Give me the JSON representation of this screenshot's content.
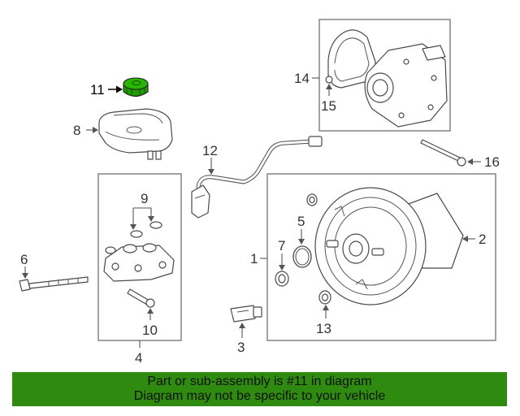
{
  "colors": {
    "banner_bg": "#2e8b0f",
    "highlight_part": "#29b600",
    "line": "#4a4a4a",
    "box_border": "#7a7a7a"
  },
  "callouts": {
    "c1": "1",
    "c2": "2",
    "c3": "3",
    "c4": "4",
    "c5": "5",
    "c6": "6",
    "c7": "7",
    "c8": "8",
    "c9": "9",
    "c10": "10",
    "c11": "11",
    "c12": "12",
    "c13": "13",
    "c14": "14",
    "c15": "15",
    "c16": "16"
  },
  "banner": {
    "line1": "Part or sub-assembly is #11 in diagram",
    "line2": "Diagram may not be specific to your vehicle"
  }
}
